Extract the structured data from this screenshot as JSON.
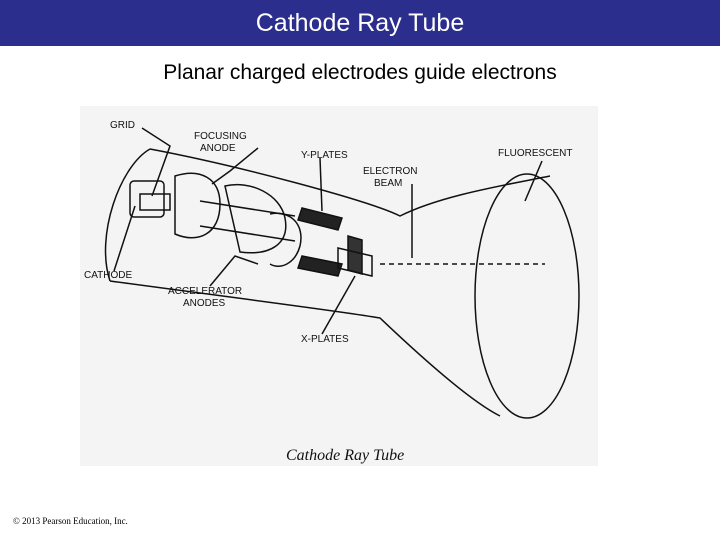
{
  "header": {
    "title": "Cathode Ray Tube",
    "color": "#2b2e8c"
  },
  "subtitle": "Planar charged electrodes guide electrons",
  "figure": {
    "labels": {
      "grid": "GRID",
      "focusing_anode_1": "FOCUSING",
      "focusing_anode_2": "ANODE",
      "y_plates": "Y-PLATES",
      "electron_beam_1": "ELECTRON",
      "electron_beam_2": "BEAM",
      "fluorescent": "FLUORESCENT",
      "cathode": "CATHODE",
      "accelerator_anodes_1": "ACCELERATOR",
      "accelerator_anodes_2": "ANODES",
      "x_plates": "X-PLATES"
    },
    "caption": "Cathode Ray Tube"
  },
  "footer": {
    "copyright": "© 2013 Pearson Education, Inc."
  }
}
